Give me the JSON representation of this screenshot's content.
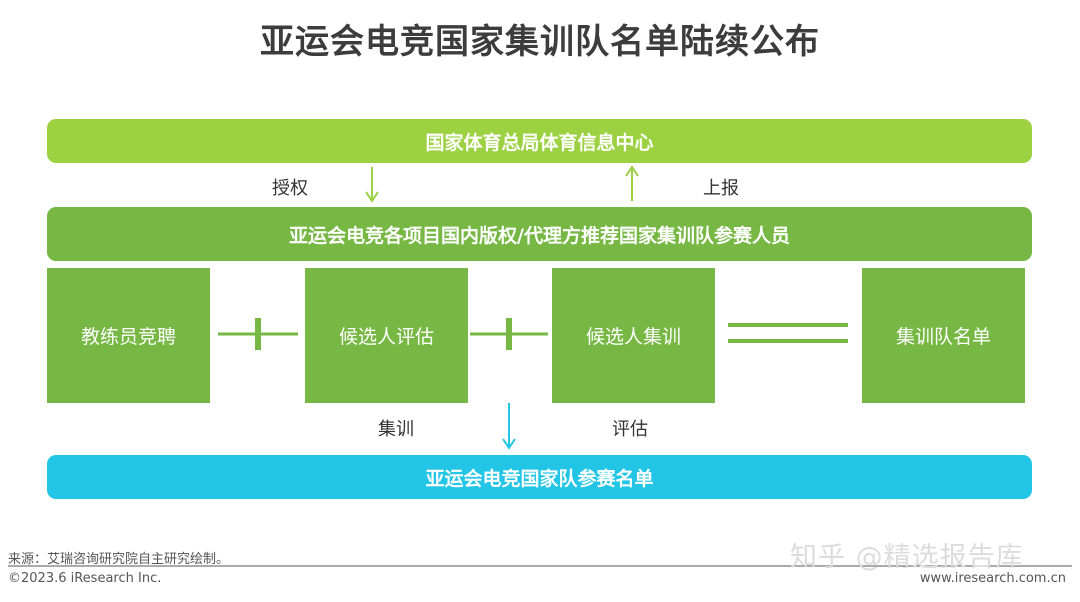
{
  "title": "亚运会电竞国家集训队名单陆续公布",
  "top_bar": "国家体育总局体育信息中心",
  "arrows": {
    "left_label": "授权",
    "right_label": "上报"
  },
  "mid_bar": "亚运会电竞各项目国内版权/代理方推荐国家集训队参赛人员",
  "steps": [
    "教练员竞聘",
    "候选人评估",
    "候选人集训",
    "集训队名单"
  ],
  "lower_labels": {
    "left": "集训",
    "right": "评估"
  },
  "bottom_bar": "亚运会电竞国家队参赛名单",
  "footer": {
    "source": "来源：艾瑞咨询研究院自主研究绘制。",
    "copyright": "©2023.6 iResearch Inc.",
    "website": "www.iresearch.com.cn"
  },
  "watermark": "知乎 @精选报告库",
  "colors": {
    "light_green": "#9cd142",
    "green": "#76b843",
    "cyan": "#23c5e6",
    "arrow_green": "#9cd142",
    "arrow_cyan": "#23c5e6"
  }
}
